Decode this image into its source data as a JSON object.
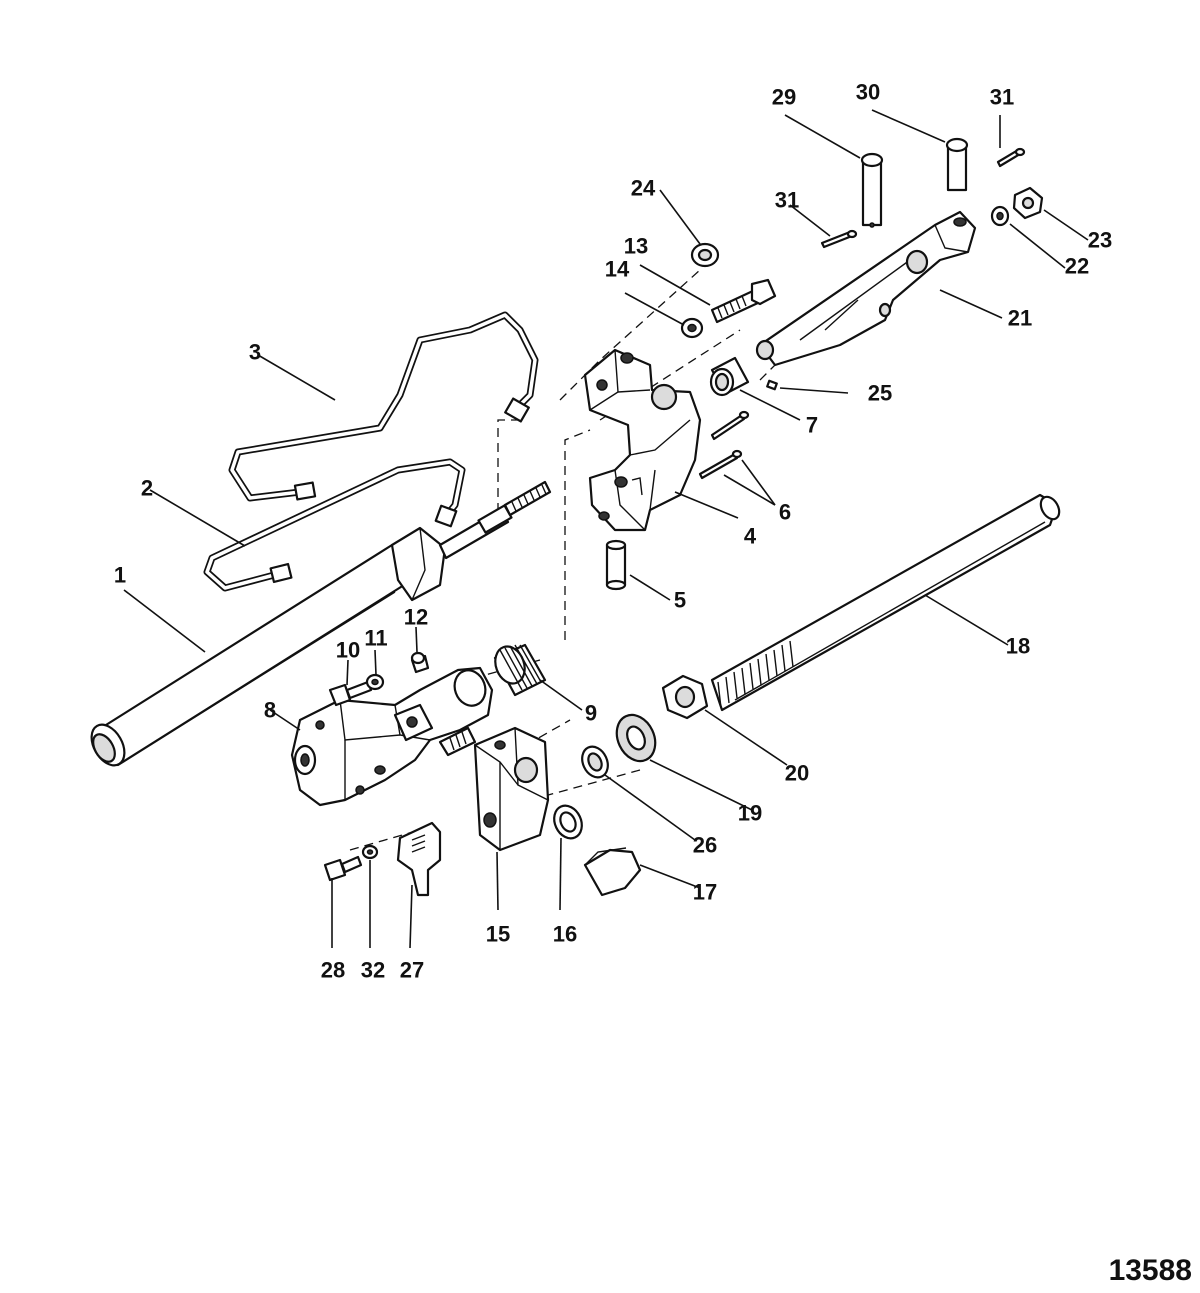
{
  "diagram": {
    "reference_number": "13588",
    "callouts": [
      "1",
      "2",
      "3",
      "4",
      "5",
      "6",
      "7",
      "8",
      "9",
      "10",
      "11",
      "12",
      "13",
      "14",
      "15",
      "16",
      "17",
      "18",
      "19",
      "20",
      "21",
      "22",
      "23",
      "24",
      "25",
      "26",
      "27",
      "28",
      "29",
      "30",
      "31",
      "32"
    ]
  }
}
